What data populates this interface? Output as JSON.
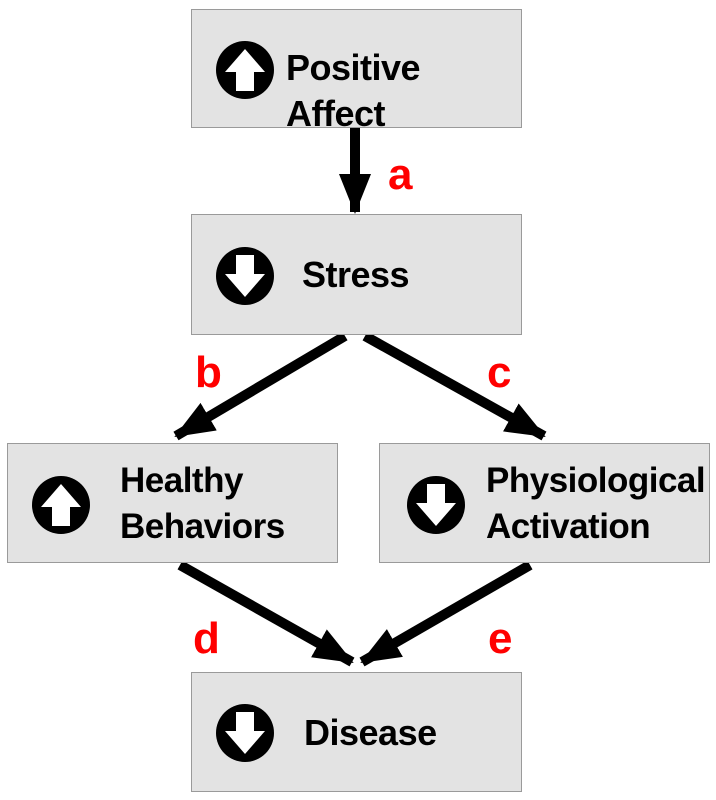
{
  "nodes": {
    "positive_affect": {
      "label": "Positive Affect",
      "direction": "up"
    },
    "stress": {
      "label": "Stress",
      "direction": "down"
    },
    "healthy_behaviors": {
      "label_line1": "Healthy",
      "label_line2": "Behaviors",
      "direction": "up"
    },
    "physiological_activation": {
      "label_line1": "Physiological",
      "label_line2": "Activation",
      "direction": "down"
    },
    "disease": {
      "label": "Disease",
      "direction": "down"
    }
  },
  "edges": [
    {
      "label": "a",
      "from": "Positive Affect",
      "to": "Stress"
    },
    {
      "label": "b",
      "from": "Stress",
      "to": "Healthy Behaviors"
    },
    {
      "label": "c",
      "from": "Stress",
      "to": "Physiological Activation"
    },
    {
      "label": "d",
      "from": "Healthy Behaviors",
      "to": "Disease"
    },
    {
      "label": "e",
      "from": "Physiological Activation",
      "to": "Disease"
    }
  ],
  "colors": {
    "box_fill": "#e3e3e3",
    "box_border": "#9a9a9a",
    "edge_label": "#ff0000",
    "arrow": "#000000"
  },
  "icons": {
    "up": "up-arrow-circle-icon",
    "down": "down-arrow-circle-icon"
  }
}
